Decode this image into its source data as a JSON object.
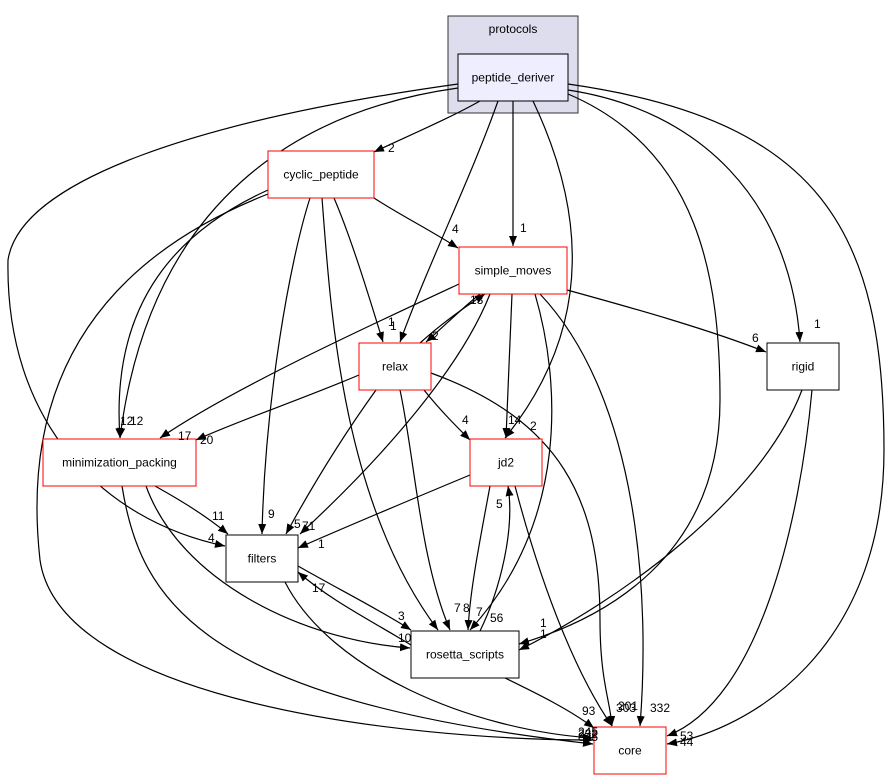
{
  "cluster": {
    "label": "protocols"
  },
  "nodes": {
    "peptide_deriver": {
      "label": "peptide_deriver",
      "border": "#000000",
      "fill": "#eeeeff"
    },
    "cyclic_peptide": {
      "label": "cyclic_peptide",
      "border": "#ff0000",
      "fill": "#ffffff"
    },
    "simple_moves": {
      "label": "simple_moves",
      "border": "#ff0000",
      "fill": "#ffffff"
    },
    "relax": {
      "label": "relax",
      "border": "#ff0000",
      "fill": "#ffffff"
    },
    "rigid": {
      "label": "rigid",
      "border": "#000000",
      "fill": "#ffffff"
    },
    "minimization_packing": {
      "label": "minimization_packing",
      "border": "#ff0000",
      "fill": "#ffffff"
    },
    "jd2": {
      "label": "jd2",
      "border": "#ff0000",
      "fill": "#ffffff"
    },
    "filters": {
      "label": "filters",
      "border": "#000000",
      "fill": "#ffffff"
    },
    "rosetta_scripts": {
      "label": "rosetta_scripts",
      "border": "#000000",
      "fill": "#ffffff"
    },
    "core": {
      "label": "core",
      "border": "#ff0000",
      "fill": "#ffffff"
    }
  },
  "edges": [
    {
      "from": "peptide_deriver",
      "to": "cyclic_peptide",
      "label": "2"
    },
    {
      "from": "peptide_deriver",
      "to": "simple_moves",
      "label": "1"
    },
    {
      "from": "peptide_deriver",
      "to": "relax",
      "label": "1"
    },
    {
      "from": "peptide_deriver",
      "to": "rigid",
      "label": "1"
    },
    {
      "from": "peptide_deriver",
      "to": "minimization_packing",
      "label": "12"
    },
    {
      "from": "peptide_deriver",
      "to": "jd2",
      "label": "2"
    },
    {
      "from": "peptide_deriver",
      "to": "filters",
      "label": "4"
    },
    {
      "from": "peptide_deriver",
      "to": "rosetta_scripts",
      "label": "1"
    },
    {
      "from": "peptide_deriver",
      "to": "core",
      "label": "53"
    },
    {
      "from": "cyclic_peptide",
      "to": "simple_moves",
      "label": "4"
    },
    {
      "from": "cyclic_peptide",
      "to": "relax",
      "label": "1"
    },
    {
      "from": "cyclic_peptide",
      "to": "minimization_packing",
      "label": "12"
    },
    {
      "from": "cyclic_peptide",
      "to": "filters",
      "label": "9"
    },
    {
      "from": "cyclic_peptide",
      "to": "rosetta_scripts",
      "label": "7"
    },
    {
      "from": "cyclic_peptide",
      "to": "core",
      "label": "232"
    },
    {
      "from": "simple_moves",
      "to": "relax",
      "label": "2"
    },
    {
      "from": "simple_moves",
      "to": "rigid",
      "label": "6"
    },
    {
      "from": "simple_moves",
      "to": "minimization_packing",
      "label": "17"
    },
    {
      "from": "simple_moves",
      "to": "jd2",
      "label": "14"
    },
    {
      "from": "simple_moves",
      "to": "filters",
      "label": "71"
    },
    {
      "from": "simple_moves",
      "to": "rosetta_scripts",
      "label": "56"
    },
    {
      "from": "simple_moves",
      "to": "core",
      "label": "332"
    },
    {
      "from": "relax",
      "to": "simple_moves",
      "label": "13"
    },
    {
      "from": "relax",
      "to": "minimization_packing",
      "label": "20"
    },
    {
      "from": "relax",
      "to": "jd2",
      "label": "4"
    },
    {
      "from": "relax",
      "to": "filters",
      "label": "5"
    },
    {
      "from": "relax",
      "to": "rosetta_scripts",
      "label": "8"
    },
    {
      "from": "relax",
      "to": "core",
      "label": "201"
    },
    {
      "from": "rigid",
      "to": "rosetta_scripts",
      "label": "1"
    },
    {
      "from": "rigid",
      "to": "core",
      "label": "44"
    },
    {
      "from": "minimization_packing",
      "to": "filters",
      "label": "11"
    },
    {
      "from": "minimization_packing",
      "to": "rosetta_scripts",
      "label": "10"
    },
    {
      "from": "minimization_packing",
      "to": "core",
      "label": "845"
    },
    {
      "from": "jd2",
      "to": "filters",
      "label": "1"
    },
    {
      "from": "jd2",
      "to": "rosetta_scripts",
      "label": "7"
    },
    {
      "from": "jd2",
      "to": "core",
      "label": "303"
    },
    {
      "from": "filters",
      "to": "rosetta_scripts",
      "label": "3"
    },
    {
      "from": "filters",
      "to": "core",
      "label": "245"
    },
    {
      "from": "rosetta_scripts",
      "to": "filters",
      "label": "17"
    },
    {
      "from": "rosetta_scripts",
      "to": "jd2",
      "label": "5"
    },
    {
      "from": "rosetta_scripts",
      "to": "core",
      "label": "93"
    }
  ]
}
